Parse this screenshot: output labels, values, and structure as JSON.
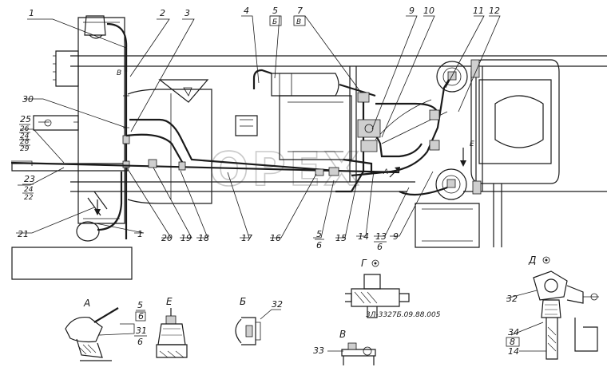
{
  "callouts": {
    "c1": "1",
    "c2": "2",
    "c3": "3",
    "c4": "4",
    "c5": "5",
    "c7": "7",
    "c9": "9",
    "c10": "10",
    "c11": "11",
    "c12": "12",
    "c13": "13",
    "c14": "14",
    "c15": "15",
    "c16": "16",
    "c17": "17",
    "c18": "18",
    "c19": "19",
    "c20": "20",
    "c21": "21",
    "c22": "22",
    "c23": "23",
    "c24": "24",
    "c25": "25",
    "c26": "26",
    "c28": "28",
    "c29": "29",
    "c30": "30",
    "c31": "31",
    "c32": "32",
    "c33": "33",
    "c34": "34",
    "c6": "6",
    "c8": "8",
    "c9b": "9",
    "c1b": "1",
    "c5b": "5",
    "c5c": "5",
    "c14b": "14",
    "c32b": "32"
  },
  "refs": {
    "b_box": "Б",
    "v_box": "В",
    "v_small": "В",
    "e_small": "Е"
  },
  "views": {
    "a": "А",
    "a_arrow": "А",
    "e": "Е",
    "e_arrow": "Е",
    "b": "Б",
    "v": "В",
    "g": "Г",
    "d": "Д"
  },
  "part_number": "3Л-3327Б.09.88.005",
  "watermark": "ОРЕХ"
}
